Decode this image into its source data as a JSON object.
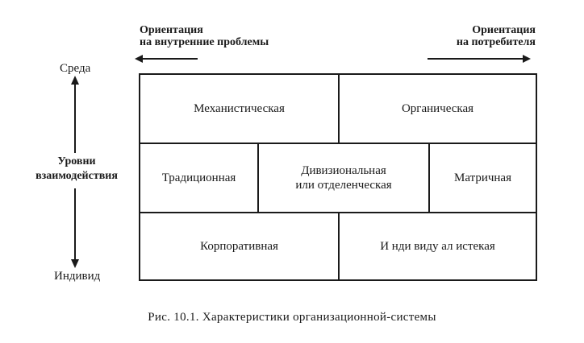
{
  "orientation": {
    "left": {
      "line1": "Ориентация",
      "line2": "на внутренние проблемы"
    },
    "right": {
      "line1": "Ориентация",
      "line2": "на потребителя"
    }
  },
  "axis": {
    "top_label": "Среда",
    "bottom_label": "Индивид",
    "title_line1": "Уровни",
    "title_line2": "взаимодействия"
  },
  "grid": {
    "row1": [
      "Механистическая",
      "Органическая"
    ],
    "row2": [
      "Традиционная",
      "Дивизиональная",
      "или отделенческая",
      "Матричная"
    ],
    "row3": [
      "Корпоративная",
      "И нди виду ал истекая"
    ]
  },
  "caption": "Рис.  10.1. Характеристики организационной-системы"
}
